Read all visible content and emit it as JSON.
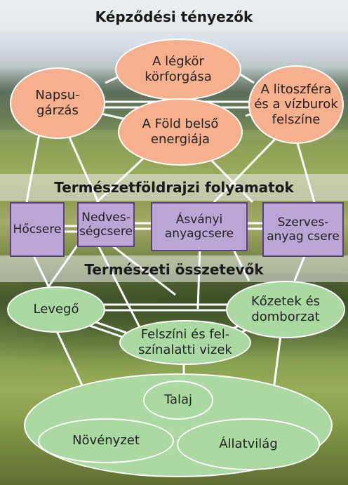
{
  "titles": {
    "formation": "Képződési tényezők",
    "processes": "Természetföldrajzi folyamatok",
    "components": "Természeti összetevők"
  },
  "factors": {
    "atmosphere_circulation": "A légkör\nkörforgása",
    "solar_radiation": "Napsu-\ngárzás",
    "lithosphere_surface": "A litoszféra\nés a vízburok\nfelszíne",
    "internal_energy": "A Föld belső\nenergiája"
  },
  "processes": {
    "heat_exchange": "Hőcsere",
    "moisture_exchange": "Nedves-\nségcsere",
    "mineral_exchange": "Ásványi\nanyagcsere",
    "organic_exchange": "Szerves-\nanyag csere"
  },
  "components": {
    "air": "Levegő",
    "rocks_relief": "Kőzetek és\ndomborzat",
    "waters": "Felszíni és fel-\nszínalatti vizek",
    "soil": "Talaj",
    "vegetation": "Növényzet",
    "fauna": "Állatvilág"
  },
  "colors": {
    "factor_fill": "#f6b08d",
    "process_fill": "#b9a6d4",
    "process_border": "#5d3f86",
    "component_fill": "#abd9a2",
    "connector": "#ffffff"
  }
}
